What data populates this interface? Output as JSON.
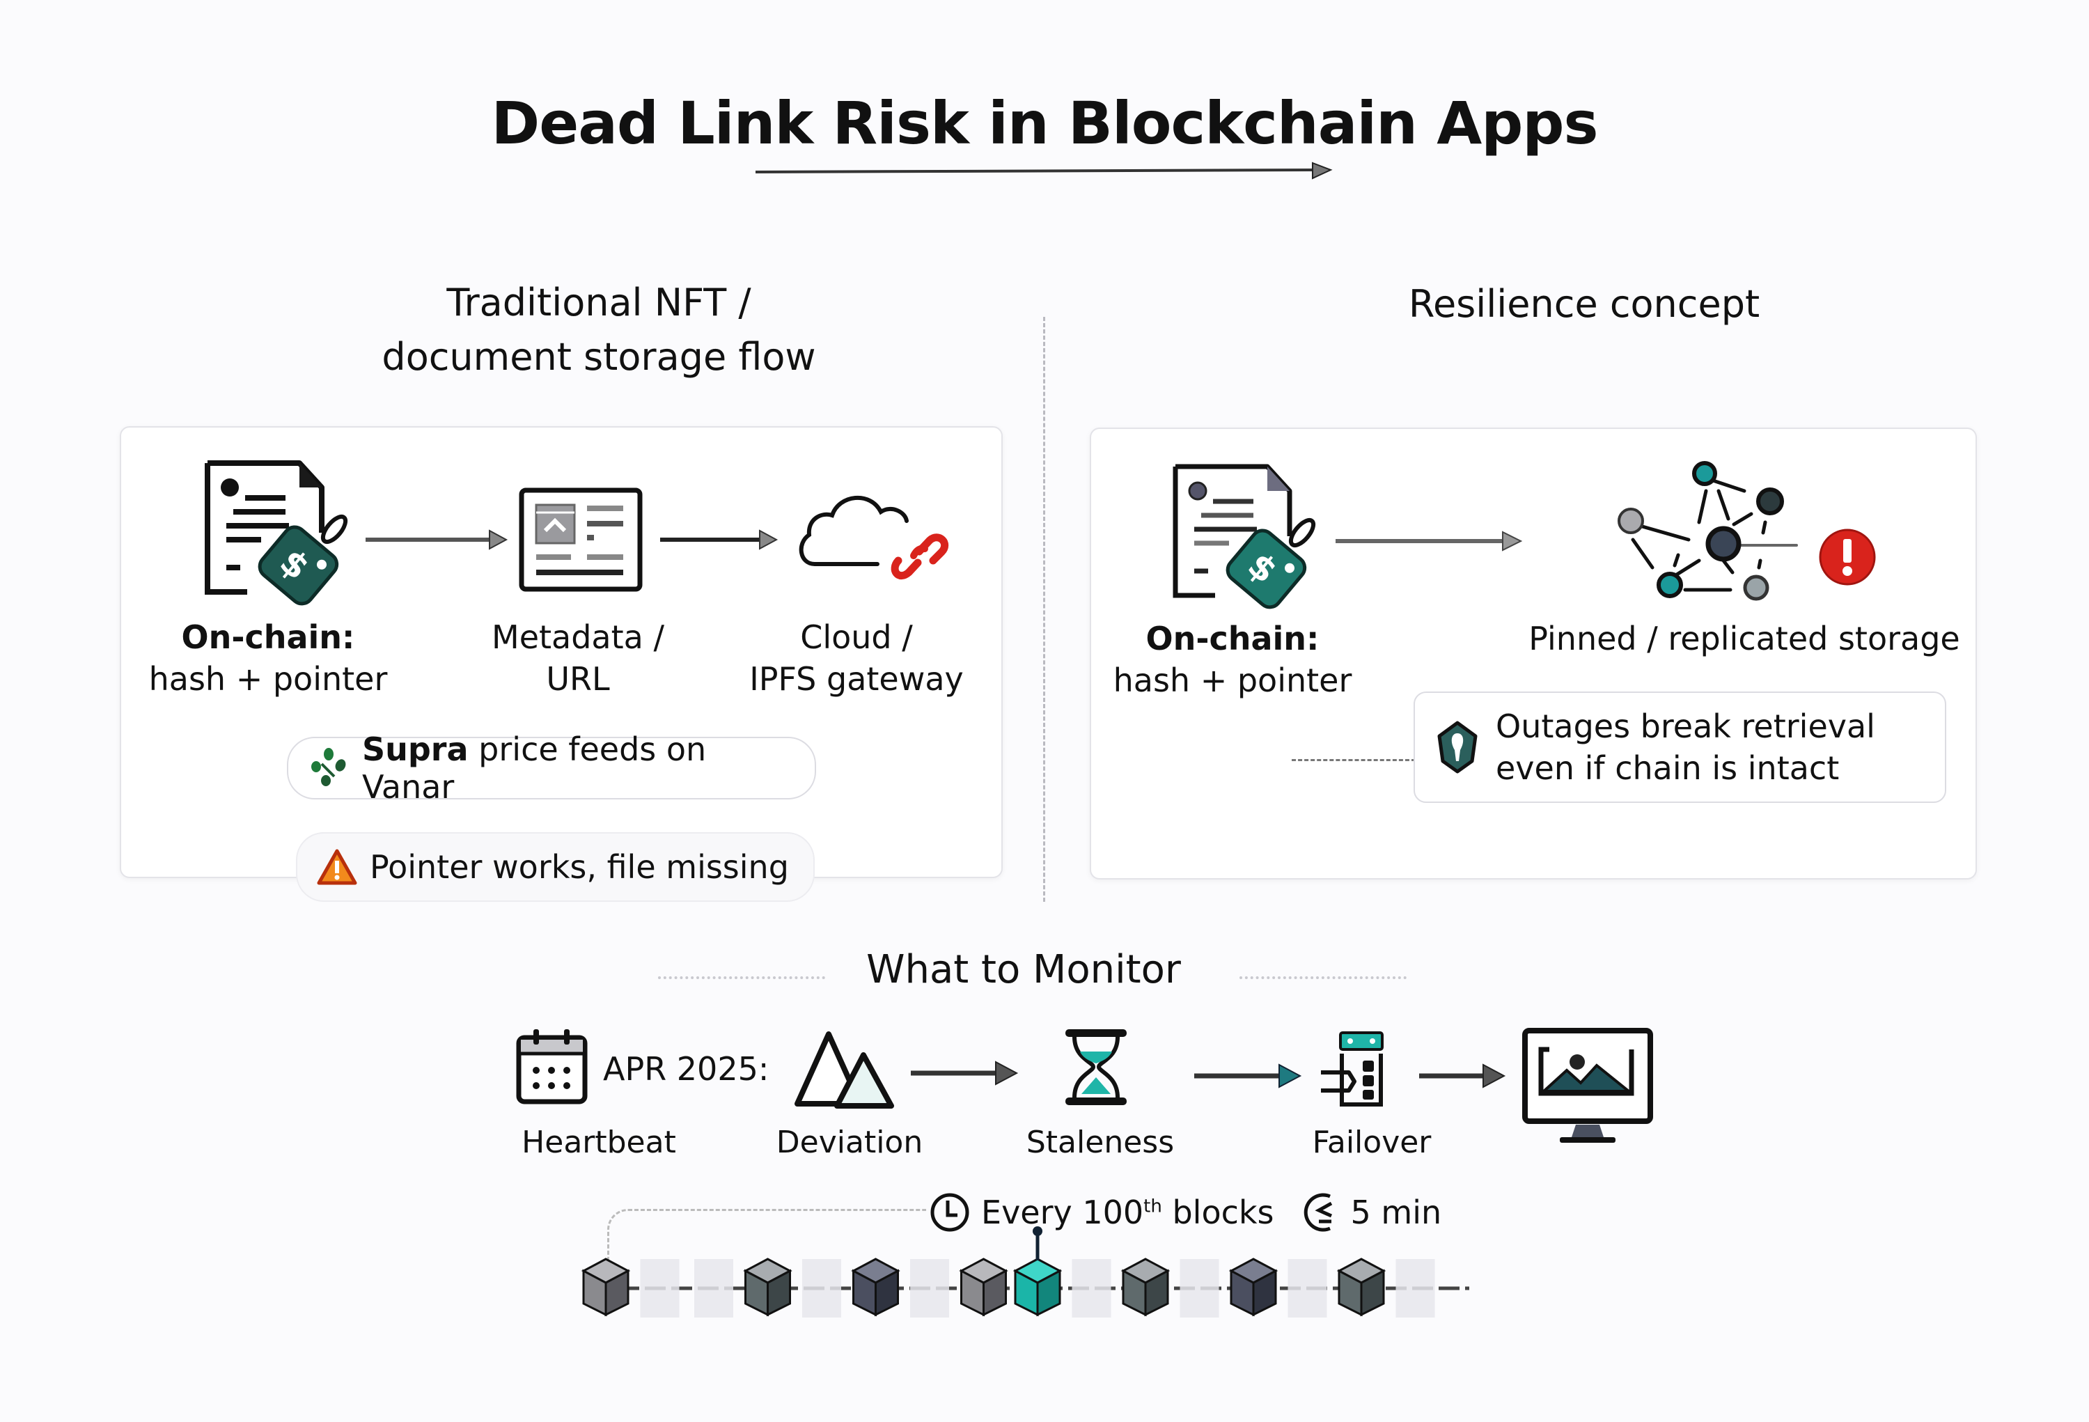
{
  "title": "Dead Link Risk in Blockchain Apps",
  "left_section": {
    "heading_line1": "Traditional NFT /",
    "heading_line2": "document storage flow",
    "steps": [
      {
        "icon": "document-price-tag-icon",
        "line1": "On-chain:",
        "line2": "hash + pointer"
      },
      {
        "icon": "metadata-card-icon",
        "line1": "Metadata /",
        "line2": "URL"
      },
      {
        "icon": "cloud-broken-link-icon",
        "line1": "Cloud /",
        "line2": "IPFS gateway"
      }
    ],
    "pill_supra": {
      "bold": "Supra",
      "rest": "price feeds on Vanar",
      "icon": "supra-logo-icon"
    },
    "pill_warning": {
      "text": "Pointer works, file missing",
      "icon": "warning-icon"
    }
  },
  "right_section": {
    "heading": "Resilience concept",
    "steps": [
      {
        "icon": "document-price-tag-icon",
        "line1": "On-chain:",
        "line2": "hash + pointer"
      },
      {
        "icon": "network-nodes-alert-icon",
        "line1": "Pinned / replicated storage"
      }
    ],
    "callout": {
      "line1": "Outages break retrieval",
      "line2": "even if chain is intact",
      "icon": "shield-icon"
    }
  },
  "monitor": {
    "heading": "What to Monitor",
    "date_label": "APR 2025:",
    "items": [
      {
        "label": "Heartbeat",
        "icon": "calendar-icon"
      },
      {
        "label": "Deviation",
        "icon": "triangles-icon"
      },
      {
        "label": "Staleness",
        "icon": "hourglass-icon"
      },
      {
        "label": "Failover",
        "icon": "failover-server-icon"
      },
      {
        "label": "",
        "icon": "monitor-image-icon"
      }
    ],
    "chain_note_prefix": "Every 100",
    "chain_note_sup": "th",
    "chain_note_suffix": "blocks",
    "interval": "5 min",
    "blocks": [
      "cube-gray",
      "ghost",
      "ghost",
      "cube-slate",
      "ghost",
      "cube-dark",
      "ghost",
      "cube-gray",
      "cube-teal",
      "ghost",
      "cube-slate",
      "ghost",
      "cube-dark",
      "ghost",
      "cube-slate",
      "ghost"
    ]
  },
  "colors": {
    "teal": "#1fb5a8",
    "dark_green": "#1f5a52",
    "alert_red": "#d9231c",
    "warning_orange": "#e25a12"
  }
}
